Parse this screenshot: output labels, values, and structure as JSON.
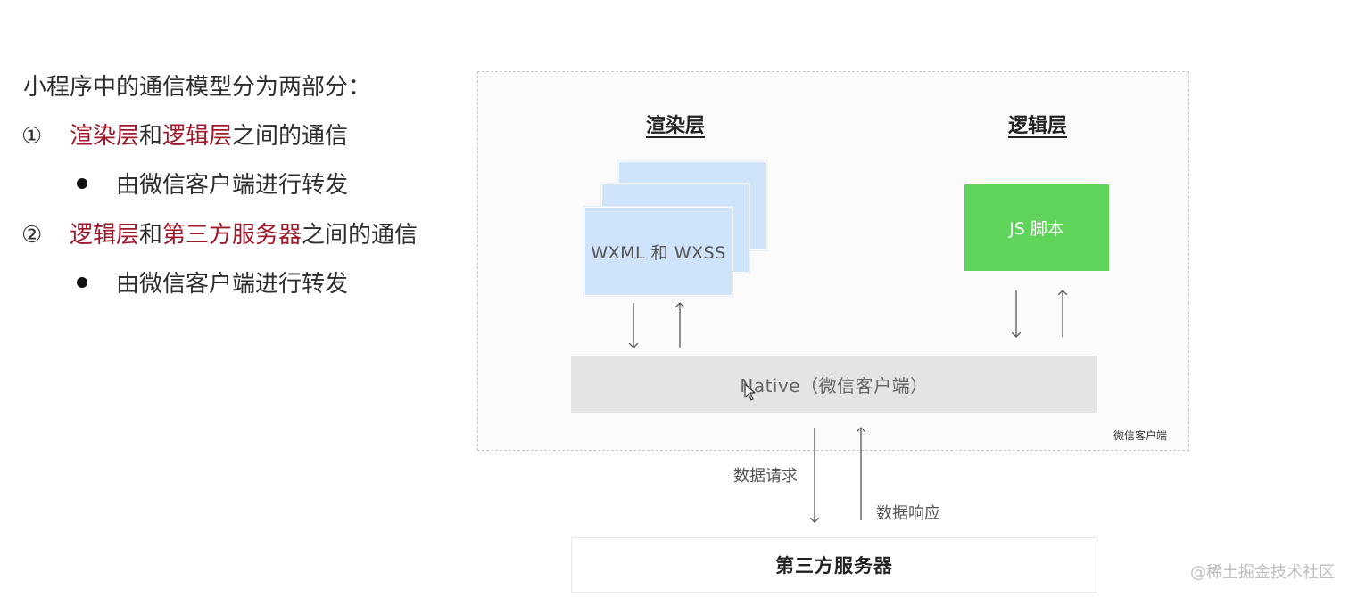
{
  "intro": "小程序中的通信模型分为两部分：",
  "points": [
    {
      "num": "①",
      "parts": [
        {
          "text": "渲染层",
          "hl": true
        },
        {
          "text": "和",
          "hl": false
        },
        {
          "text": "逻辑层",
          "hl": true
        },
        {
          "text": "之间的通信",
          "hl": false
        }
      ],
      "sub": "由微信客户端进行转发"
    },
    {
      "num": "②",
      "parts": [
        {
          "text": "逻辑层",
          "hl": true
        },
        {
          "text": "和",
          "hl": false
        },
        {
          "text": "第三方服务器",
          "hl": true
        },
        {
          "text": "之间的通信",
          "hl": false
        }
      ],
      "sub": "由微信客户端进行转发"
    }
  ],
  "diagram": {
    "render_layer_title": "渲染层",
    "logic_layer_title": "逻辑层",
    "wxml_card": "WXML 和 WXSS",
    "js_box": "JS 脚本",
    "native_bar": "Native（微信客户端）",
    "client_label": "微信客户端",
    "data_request": "数据请求",
    "data_response": "数据响应",
    "server_box": "第三方服务器"
  },
  "colors": {
    "highlight": "#a0182a",
    "card_blue": "#cfe3fb",
    "js_green": "#5fd35a",
    "native_gray": "#e4e4e4"
  },
  "watermark": "@稀土掘金技术社区"
}
